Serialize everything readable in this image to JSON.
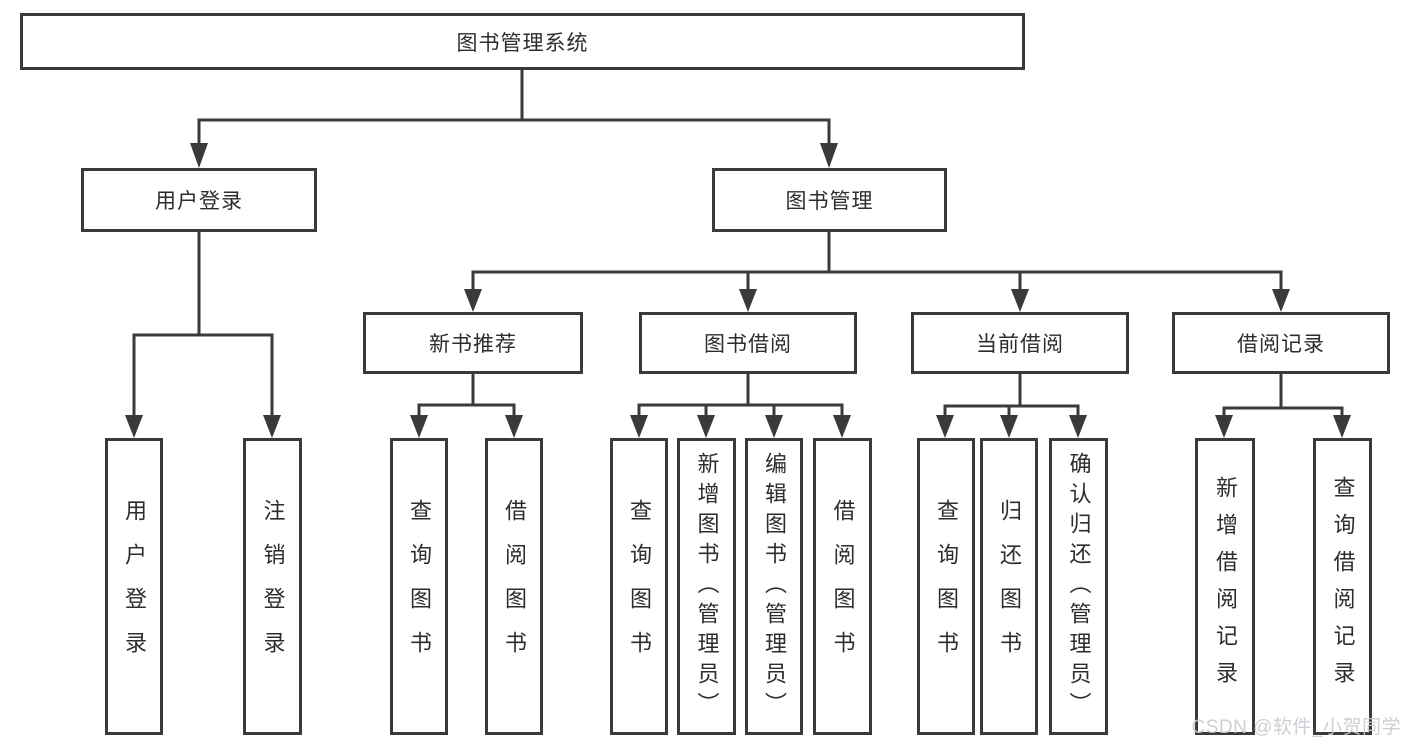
{
  "diagram": {
    "root": {
      "label": "图书管理系统",
      "children": [
        {
          "label": "用户登录",
          "children": [
            {
              "label": "用户登录"
            },
            {
              "label": "注销登录"
            }
          ]
        },
        {
          "label": "图书管理",
          "children": [
            {
              "label": "新书推荐",
              "children": [
                {
                  "label": "查询图书"
                },
                {
                  "label": "借阅图书"
                }
              ]
            },
            {
              "label": "图书借阅",
              "children": [
                {
                  "label": "查询图书"
                },
                {
                  "label": "新增图书（管理员）"
                },
                {
                  "label": "编辑图书（管理员）"
                },
                {
                  "label": "借阅图书"
                }
              ]
            },
            {
              "label": "当前借阅",
              "children": [
                {
                  "label": "查询图书"
                },
                {
                  "label": "归还图书"
                },
                {
                  "label": "确认归还（管理员）"
                }
              ]
            },
            {
              "label": "借阅记录",
              "children": [
                {
                  "label": "新增借阅记录"
                },
                {
                  "label": "查询借阅记录"
                }
              ]
            }
          ]
        }
      ]
    },
    "watermark": "CSDN @软件_小贺同学",
    "colors": {
      "line": "#3a3a3a",
      "text": "#2d2d2d",
      "watermark": "#c9ccd1",
      "background": "#ffffff"
    }
  }
}
